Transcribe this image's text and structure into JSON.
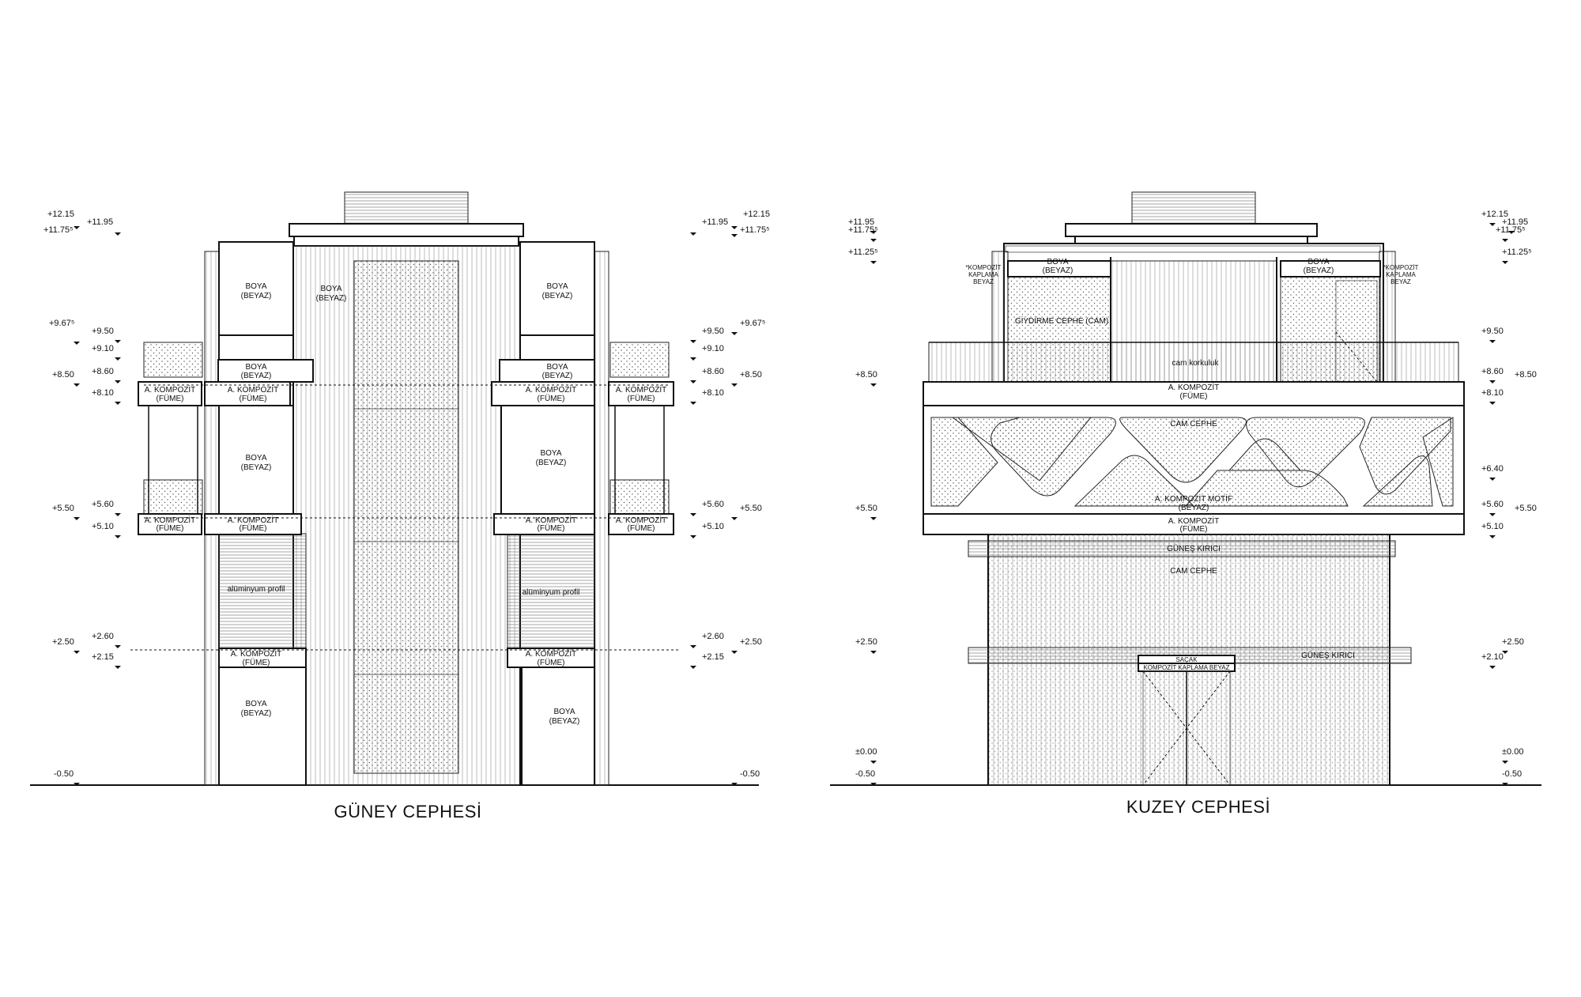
{
  "south": {
    "title": "GÜNEY CEPHESİ",
    "levels_left": [
      "+12.15",
      "+11.75⁵",
      "+11.95",
      "+9.67⁵",
      "+9.50",
      "+9.10",
      "+8.60",
      "+8.50",
      "+8.10",
      "+5.50",
      "+5.60",
      "+5.10",
      "+2.50",
      "+2.60",
      "+2.15",
      "-0.50"
    ],
    "levels_right": [
      "+12.15",
      "+11.95",
      "+11.75⁵",
      "+9.50",
      "+9.67⁵",
      "+9.10",
      "+8.60",
      "+8.50",
      "+8.10",
      "+5.60",
      "+5.50",
      "+5.10",
      "+2.60",
      "+2.50",
      "+2.15",
      "-0.50"
    ],
    "labels": {
      "boya": "BOYA",
      "beyaz": "(BEYAZ)",
      "komp": "A. KOMPOZİT",
      "fume": "(FÜME)",
      "profil": "alüminyum profil"
    }
  },
  "north": {
    "title": "KUZEY CEPHESİ",
    "levels_left": [
      "+11.95",
      "+11.75⁵",
      "+11.25⁵",
      "+8.50",
      "+5.50",
      "+2.50",
      "±0.00",
      "-0.50"
    ],
    "levels_right": [
      "+12.15",
      "+11.95",
      "+11.75⁵",
      "+11.25⁵",
      "+9.50",
      "+8.60",
      "+8.50",
      "+8.10",
      "+6.40",
      "+5.60",
      "+5.50",
      "+5.10",
      "+2.50",
      "+2.10",
      "±0.00",
      "-0.50"
    ],
    "labels": {
      "boya": "BOYA",
      "beyaz": "(BEYAZ)",
      "komp_kaplama_1": "*KOMPOZİT",
      "komp_kaplama_2": "KAPLAMA",
      "komp_kaplama_3": "BEYAZ",
      "giydirme": "GİYDİRME CEPHE (CAM)",
      "korkuluk": "cam korkuluk",
      "komp": "A. KOMPOZİT",
      "fume": "(FÜME)",
      "cam_cephe": "CAM CEPHE",
      "motif": "A. KOMPOZİT MOTİF",
      "gunes": "GÜNEŞ KIRICI",
      "sacak": "SAÇAK",
      "kaplama_beyaz": "KOMPOZİT KAPLAMA BEYAZ"
    }
  }
}
